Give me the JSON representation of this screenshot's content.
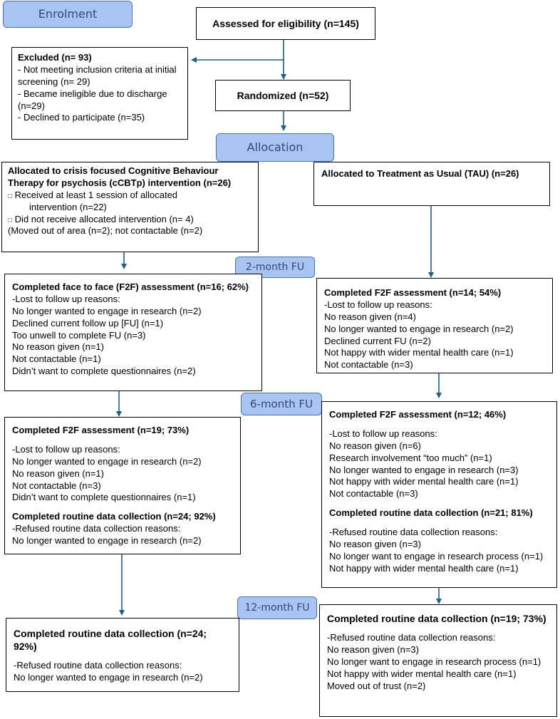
{
  "stages": {
    "enrolment": "Enrolment",
    "allocation": "Allocation",
    "fu2": "2-month FU",
    "fu6": "6-month FU",
    "fu12": "12-month FU"
  },
  "assessed": "Assessed for eligibility (n=145)",
  "excluded": {
    "title": "Excluded (n= 93)",
    "lines": [
      "- Not meeting inclusion criteria at initial screening (n= 29)",
      "- Became ineligible due to discharge (n=29)",
      "-  Declined to participate (n=35)"
    ]
  },
  "randomized": "Randomized (n=52)",
  "left_alloc": {
    "title": "Allocated to crisis focused Cognitive Behaviour Therapy for psychosis (cCBTp) intervention (n=26)",
    "bullet": "□",
    "line1": "Received at least 1 session of allocated",
    "line1b": "intervention (n=22)",
    "line2": "Did not receive allocated intervention (n= 4)",
    "line3": "(Moved out of area (n=2); not contactable (n=2)"
  },
  "right_alloc": {
    "title": "Allocated to Treatment as Usual (TAU) (n=26)"
  },
  "left_fu2": {
    "title": "Completed face to face (F2F) assessment (n=16; 62%)",
    "lines": [
      "-Lost to follow up reasons:",
      "No longer wanted to engage in research (n=2)",
      "Declined current follow up [FU] (n=1)",
      "Too unwell to complete FU (n=3)",
      "No reason given (n=1)",
      "Not contactable (n=1)",
      "Didn’t want to complete questionnaires (n=2)"
    ]
  },
  "right_fu2": {
    "title": "Completed F2F assessment (n=14; 54%)",
    "lines": [
      "-Lost to follow up reasons:",
      "No reason given (n=4)",
      "No longer wanted to engage in research (n=2)",
      "Declined current FU (n=2)",
      "Not happy with wider mental health care (n=1)",
      "Not contactable (n=3)"
    ]
  },
  "left_fu6": {
    "title1": "Completed F2F assessment (n=19; 73%)",
    "lines1": [
      "-Lost to follow up reasons:",
      "No longer wanted to engage in research (n=2)",
      "No reason given (n=1)",
      "Not contactable (n=3)",
      "Didn’t want to complete questionnaires (n=1)"
    ],
    "title2": "Completed routine data collection (n=24; 92%)",
    "lines2": [
      "-Refused routine data collection reasons:",
      "No longer wanted to engage in research (n=2)"
    ]
  },
  "right_fu6": {
    "title1": "Completed F2F assessment (n=12; 46%)",
    "lines1": [
      "-Lost to follow up reasons:",
      "No reason given (n=6)",
      "Research involvement “too much” (n=1)",
      "No longer wanted to engage in research (n=3)",
      "Not happy with wider mental health care (n=1)",
      "Not contactable (n=3)"
    ],
    "title2": "Completed routine data collection (n=21; 81%)",
    "lines2": [
      "-Refused routine data collection reasons:",
      "No reason given (n=3)",
      "No longer want to engage in research process (n=1)",
      "Not happy with wider mental health care (n=1)"
    ]
  },
  "left_fu12": {
    "title": "Completed routine data collection (n=24; 92%)",
    "lines": [
      "-Refused routine data collection reasons:",
      "No longer wanted to engage in research (n=2)"
    ]
  },
  "right_fu12": {
    "title": "Completed routine data collection (n=19; 73%)",
    "lines": [
      "-Refused routine data collection reasons:",
      "No reason given (n=3)",
      "No longer want to engage in research process (n=1)",
      "Not happy with wider mental health care (n=1)",
      "Moved out of trust (n=2)"
    ]
  },
  "colors": {
    "arrow": "#1f5f8b",
    "stage_fill": "#a9c4f0",
    "stage_border": "#4a72b8"
  }
}
